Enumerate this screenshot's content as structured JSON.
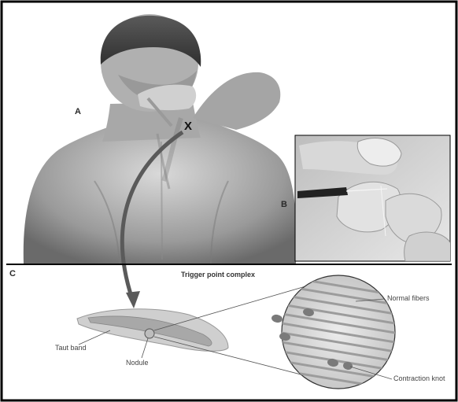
{
  "panels": {
    "a": {
      "letter": "A"
    },
    "b": {
      "letter": "B"
    },
    "c": {
      "letter": "C",
      "title": "Trigger point complex"
    }
  },
  "labels": {
    "taut_band": "Taut band",
    "nodule": "Nodule",
    "normal_fibers": "Normal fibers",
    "contraction_knot": "Contraction knot"
  },
  "marker": {
    "symbol": "X"
  }
}
